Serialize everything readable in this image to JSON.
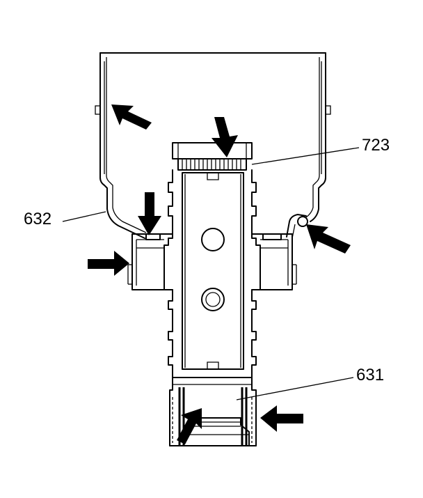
{
  "diagram": {
    "callouts": [
      {
        "id": "callout-723",
        "label": "723"
      },
      {
        "id": "callout-632",
        "label": "632"
      },
      {
        "id": "callout-631",
        "label": "631"
      }
    ],
    "colors": {
      "line": "#000000",
      "background": "#ffffff"
    }
  }
}
